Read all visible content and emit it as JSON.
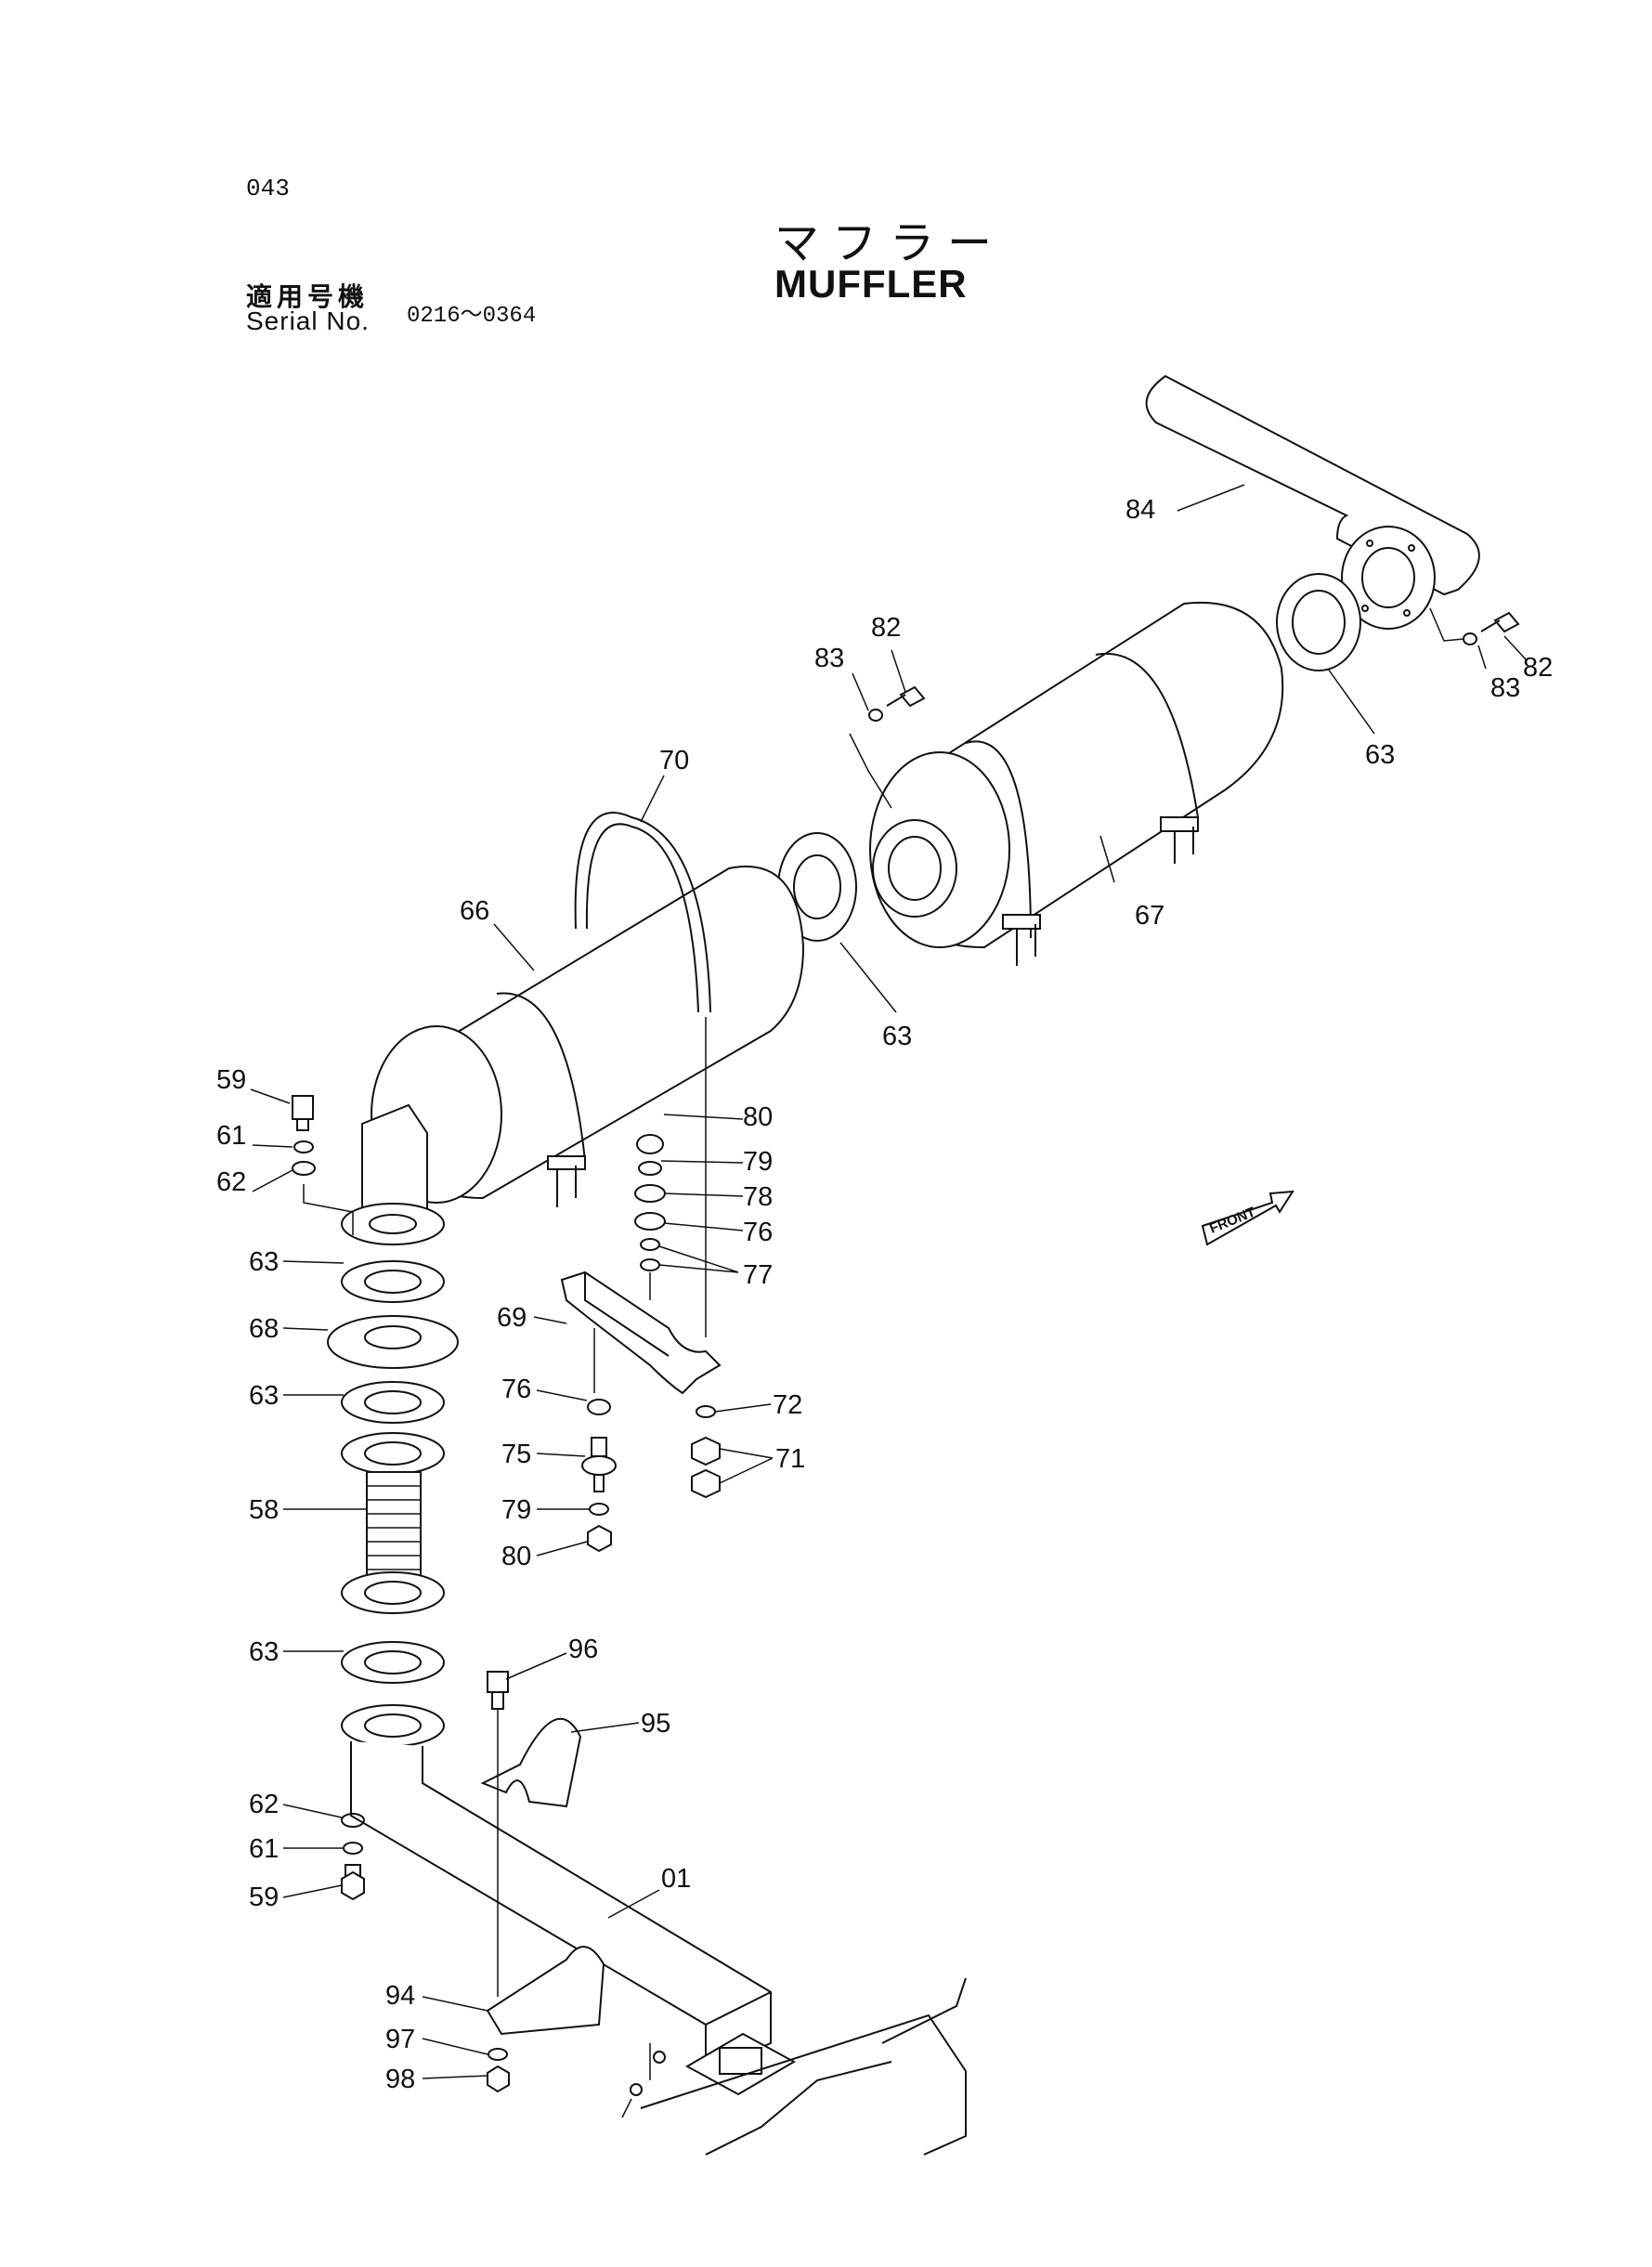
{
  "header": {
    "page_number": "043",
    "title_jp": "マフラー",
    "title_en": "MUFFLER",
    "serial_label_jp": "適用号機",
    "serial_label_en": "Serial No.",
    "serial_range": "0216～0364"
  },
  "front_marker": "FRONT",
  "parts": {
    "p84": "84",
    "p82a": "82",
    "p83a": "83",
    "p82b": "82",
    "p83b": "83",
    "p63a": "63",
    "p70": "70",
    "p66": "66",
    "p67": "67",
    "p63b": "63",
    "p59a": "59",
    "p61a": "61",
    "p62a": "62",
    "p80a": "80",
    "p79a": "79",
    "p78": "78",
    "p76a": "76",
    "p77": "77",
    "p63c": "63",
    "p68": "68",
    "p69": "69",
    "p63d": "63",
    "p76b": "76",
    "p72": "72",
    "p75": "75",
    "p71": "71",
    "p58": "58",
    "p79b": "79",
    "p80b": "80",
    "p63e": "63",
    "p96": "96",
    "p95": "95",
    "p62b": "62",
    "p01": "01",
    "p61b": "61",
    "p59b": "59",
    "p94": "94",
    "p97": "97",
    "p98": "98"
  }
}
